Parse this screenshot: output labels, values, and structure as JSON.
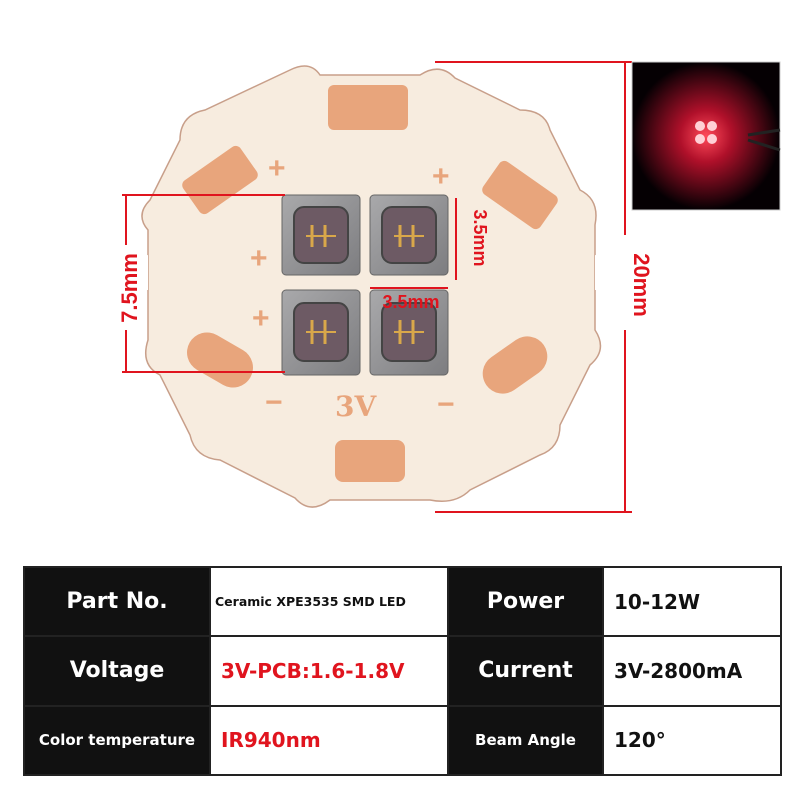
{
  "diagram": {
    "dimensions": {
      "height_label": "7.5mm",
      "chip_width_label": "3.5mm",
      "chip_height_label": "3.5mm",
      "board_label": "20mm"
    },
    "board": {
      "voltage_mark": "3V",
      "plus_mark": "+",
      "minus_mark": "−"
    }
  },
  "specs": {
    "rows": [
      [
        {
          "text": "Part No.",
          "kind": "label"
        },
        {
          "text": "Ceramic XPE3535 SMD LED",
          "kind": "value"
        },
        {
          "text": "Power",
          "kind": "label"
        },
        {
          "text": "10-12W",
          "kind": "value"
        }
      ],
      [
        {
          "text": "Voltage",
          "kind": "label"
        },
        {
          "text": "3V-PCB:1.6-1.8V",
          "kind": "value-red"
        },
        {
          "text": "Current",
          "kind": "label"
        },
        {
          "text": "3V-2800mA",
          "kind": "value"
        }
      ],
      [
        {
          "text": "Color temperature",
          "kind": "label"
        },
        {
          "text": "IR940nm",
          "kind": "value-red"
        },
        {
          "text": "Beam Angle",
          "kind": "label"
        },
        {
          "text": "120°",
          "kind": "value"
        }
      ]
    ]
  },
  "colors": {
    "accent_red": "#e0141e",
    "copper": "#e8a57c",
    "board_white": "#f7ecdf",
    "table_dark": "#111111"
  }
}
